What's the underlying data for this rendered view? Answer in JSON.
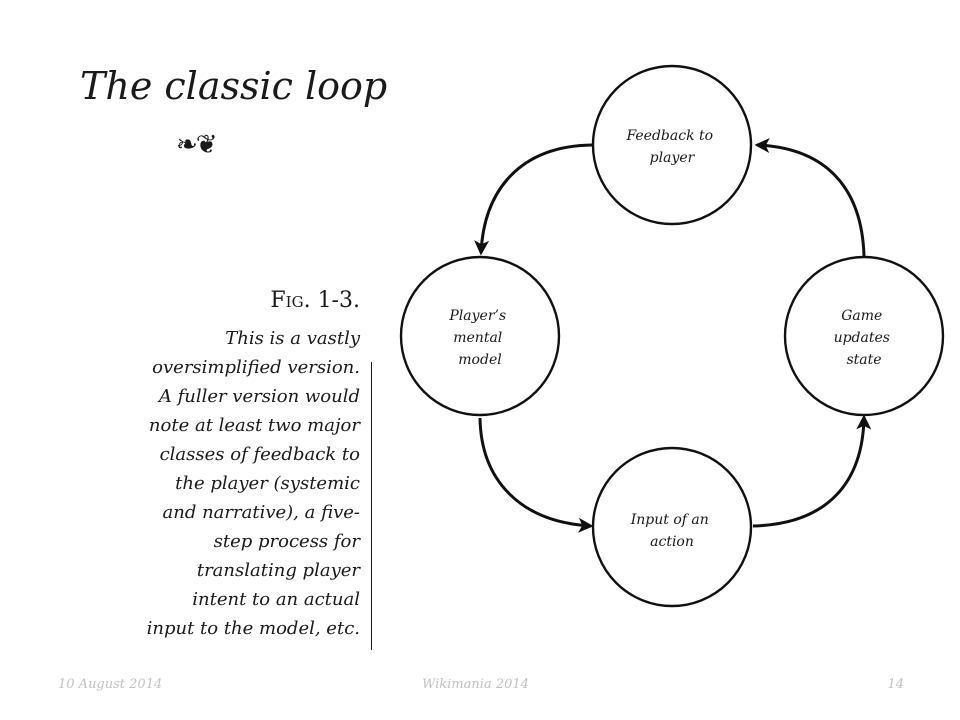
{
  "slide": {
    "title": "The classic loop",
    "ornament": "❧❦",
    "figure_label": "Fig. 1-3.",
    "caption_lines": [
      "This is a vastly",
      "oversimplified version.",
      "A fuller version would",
      "note at least two major",
      "classes of feedback to",
      "the player (systemic",
      "and narrative), a five-",
      "step process for",
      "translating player",
      "intent to an actual",
      "input to the model, etc."
    ]
  },
  "diagram": {
    "nodes": [
      {
        "id": "feedback",
        "lines": [
          "Feedback to",
          "player"
        ]
      },
      {
        "id": "mental",
        "lines": [
          "Player’s",
          "mental",
          "model"
        ]
      },
      {
        "id": "input",
        "lines": [
          "Input of an",
          "action"
        ]
      },
      {
        "id": "update",
        "lines": [
          "Game",
          "updates",
          "state"
        ]
      }
    ],
    "edges": [
      {
        "from": "feedback",
        "to": "mental"
      },
      {
        "from": "mental",
        "to": "input"
      },
      {
        "from": "input",
        "to": "update"
      },
      {
        "from": "update",
        "to": "feedback"
      }
    ]
  },
  "footer": {
    "date": "10 August 2014",
    "event": "Wikimania 2014",
    "page": "14"
  }
}
